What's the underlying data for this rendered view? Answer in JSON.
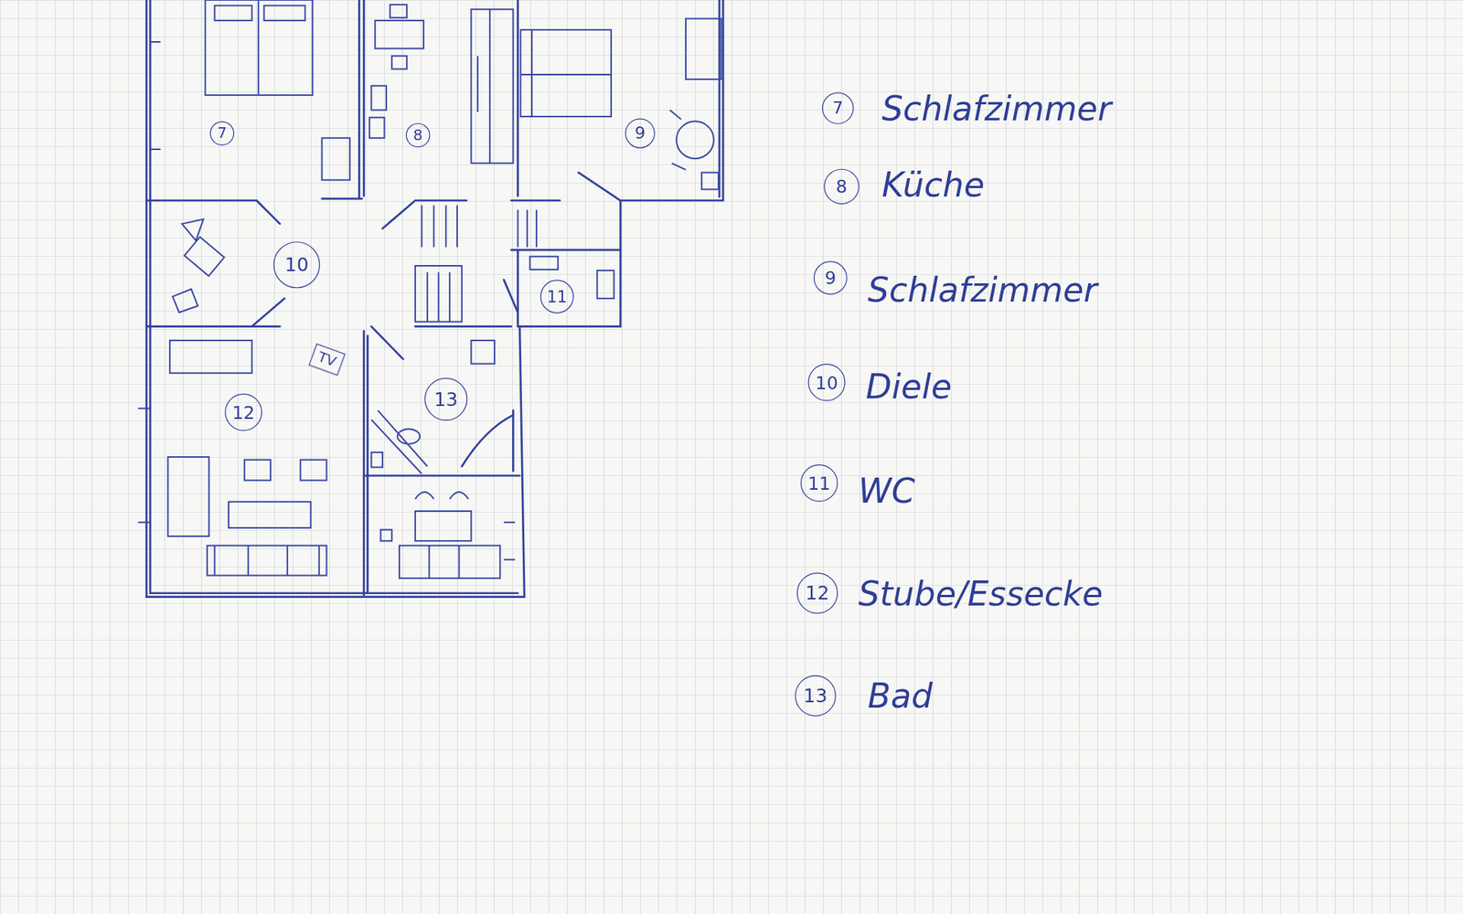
{
  "diagram": {
    "nodes": [
      {
        "text": [
          "7"
        ]
      },
      {
        "text": [
          "8"
        ]
      },
      {
        "text": [
          "9"
        ]
      },
      {
        "text": [
          "10"
        ]
      },
      {
        "text": [
          "11"
        ]
      },
      {
        "text": [
          "TV"
        ]
      },
      {
        "text": [
          "13"
        ]
      },
      {
        "text": [
          "12"
        ]
      },
      {
        "text": [
          "7"
        ]
      },
      {
        "text": [
          "8"
        ]
      },
      {
        "text": [
          "9"
        ]
      },
      {
        "text": [
          "10"
        ]
      },
      {
        "text": [
          "11"
        ]
      },
      {
        "text": [
          "12"
        ]
      },
      {
        "text": [
          "13"
        ]
      }
    ],
    "legend": [
      {
        "text": "Schlafzimmer"
      },
      {
        "text": "Küche"
      },
      {
        "text": "Schlafzimmer"
      },
      {
        "text": "Diele"
      },
      {
        "text": "WC"
      },
      {
        "text": "Stube/Essecke"
      },
      {
        "text": "Bad"
      }
    ]
  }
}
